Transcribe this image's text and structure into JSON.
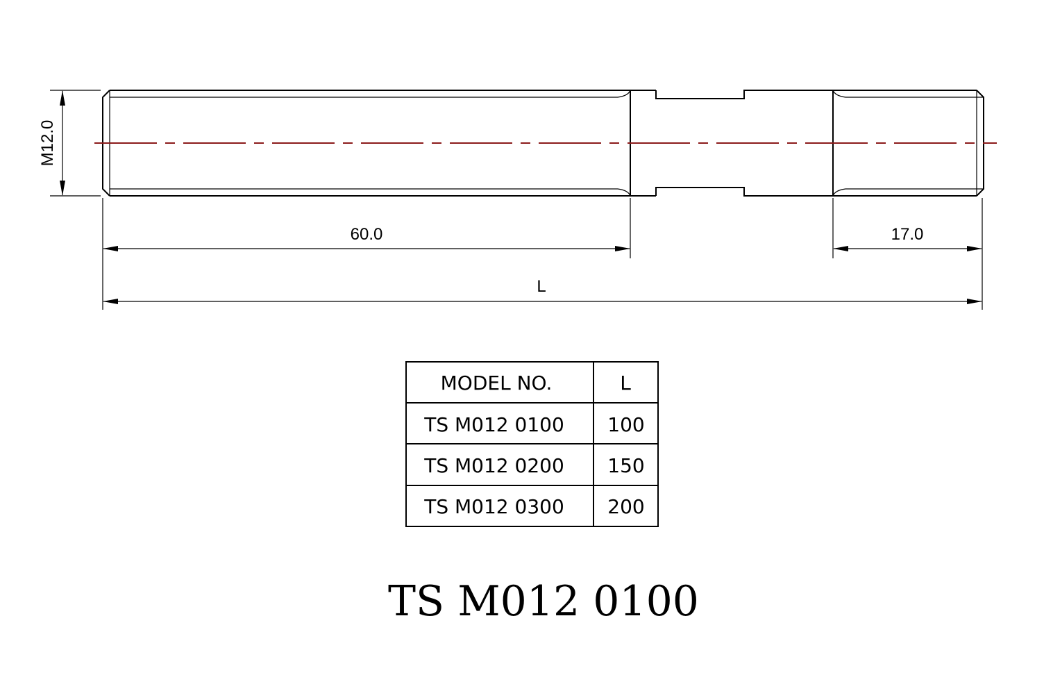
{
  "dimensions": {
    "diameter": "M12.0",
    "thread_left": "60.0",
    "thread_right": "17.0",
    "overall": "L"
  },
  "table": {
    "headers": [
      "MODEL NO.",
      "L"
    ],
    "rows": [
      [
        "TS M012 0100",
        "100"
      ],
      [
        "TS M012 0200",
        "150"
      ],
      [
        "TS M012 0300",
        "200"
      ]
    ]
  },
  "part_number": "TS M012 0100",
  "colors": {
    "line": "#000000",
    "centerline": "#8b1a1a"
  }
}
